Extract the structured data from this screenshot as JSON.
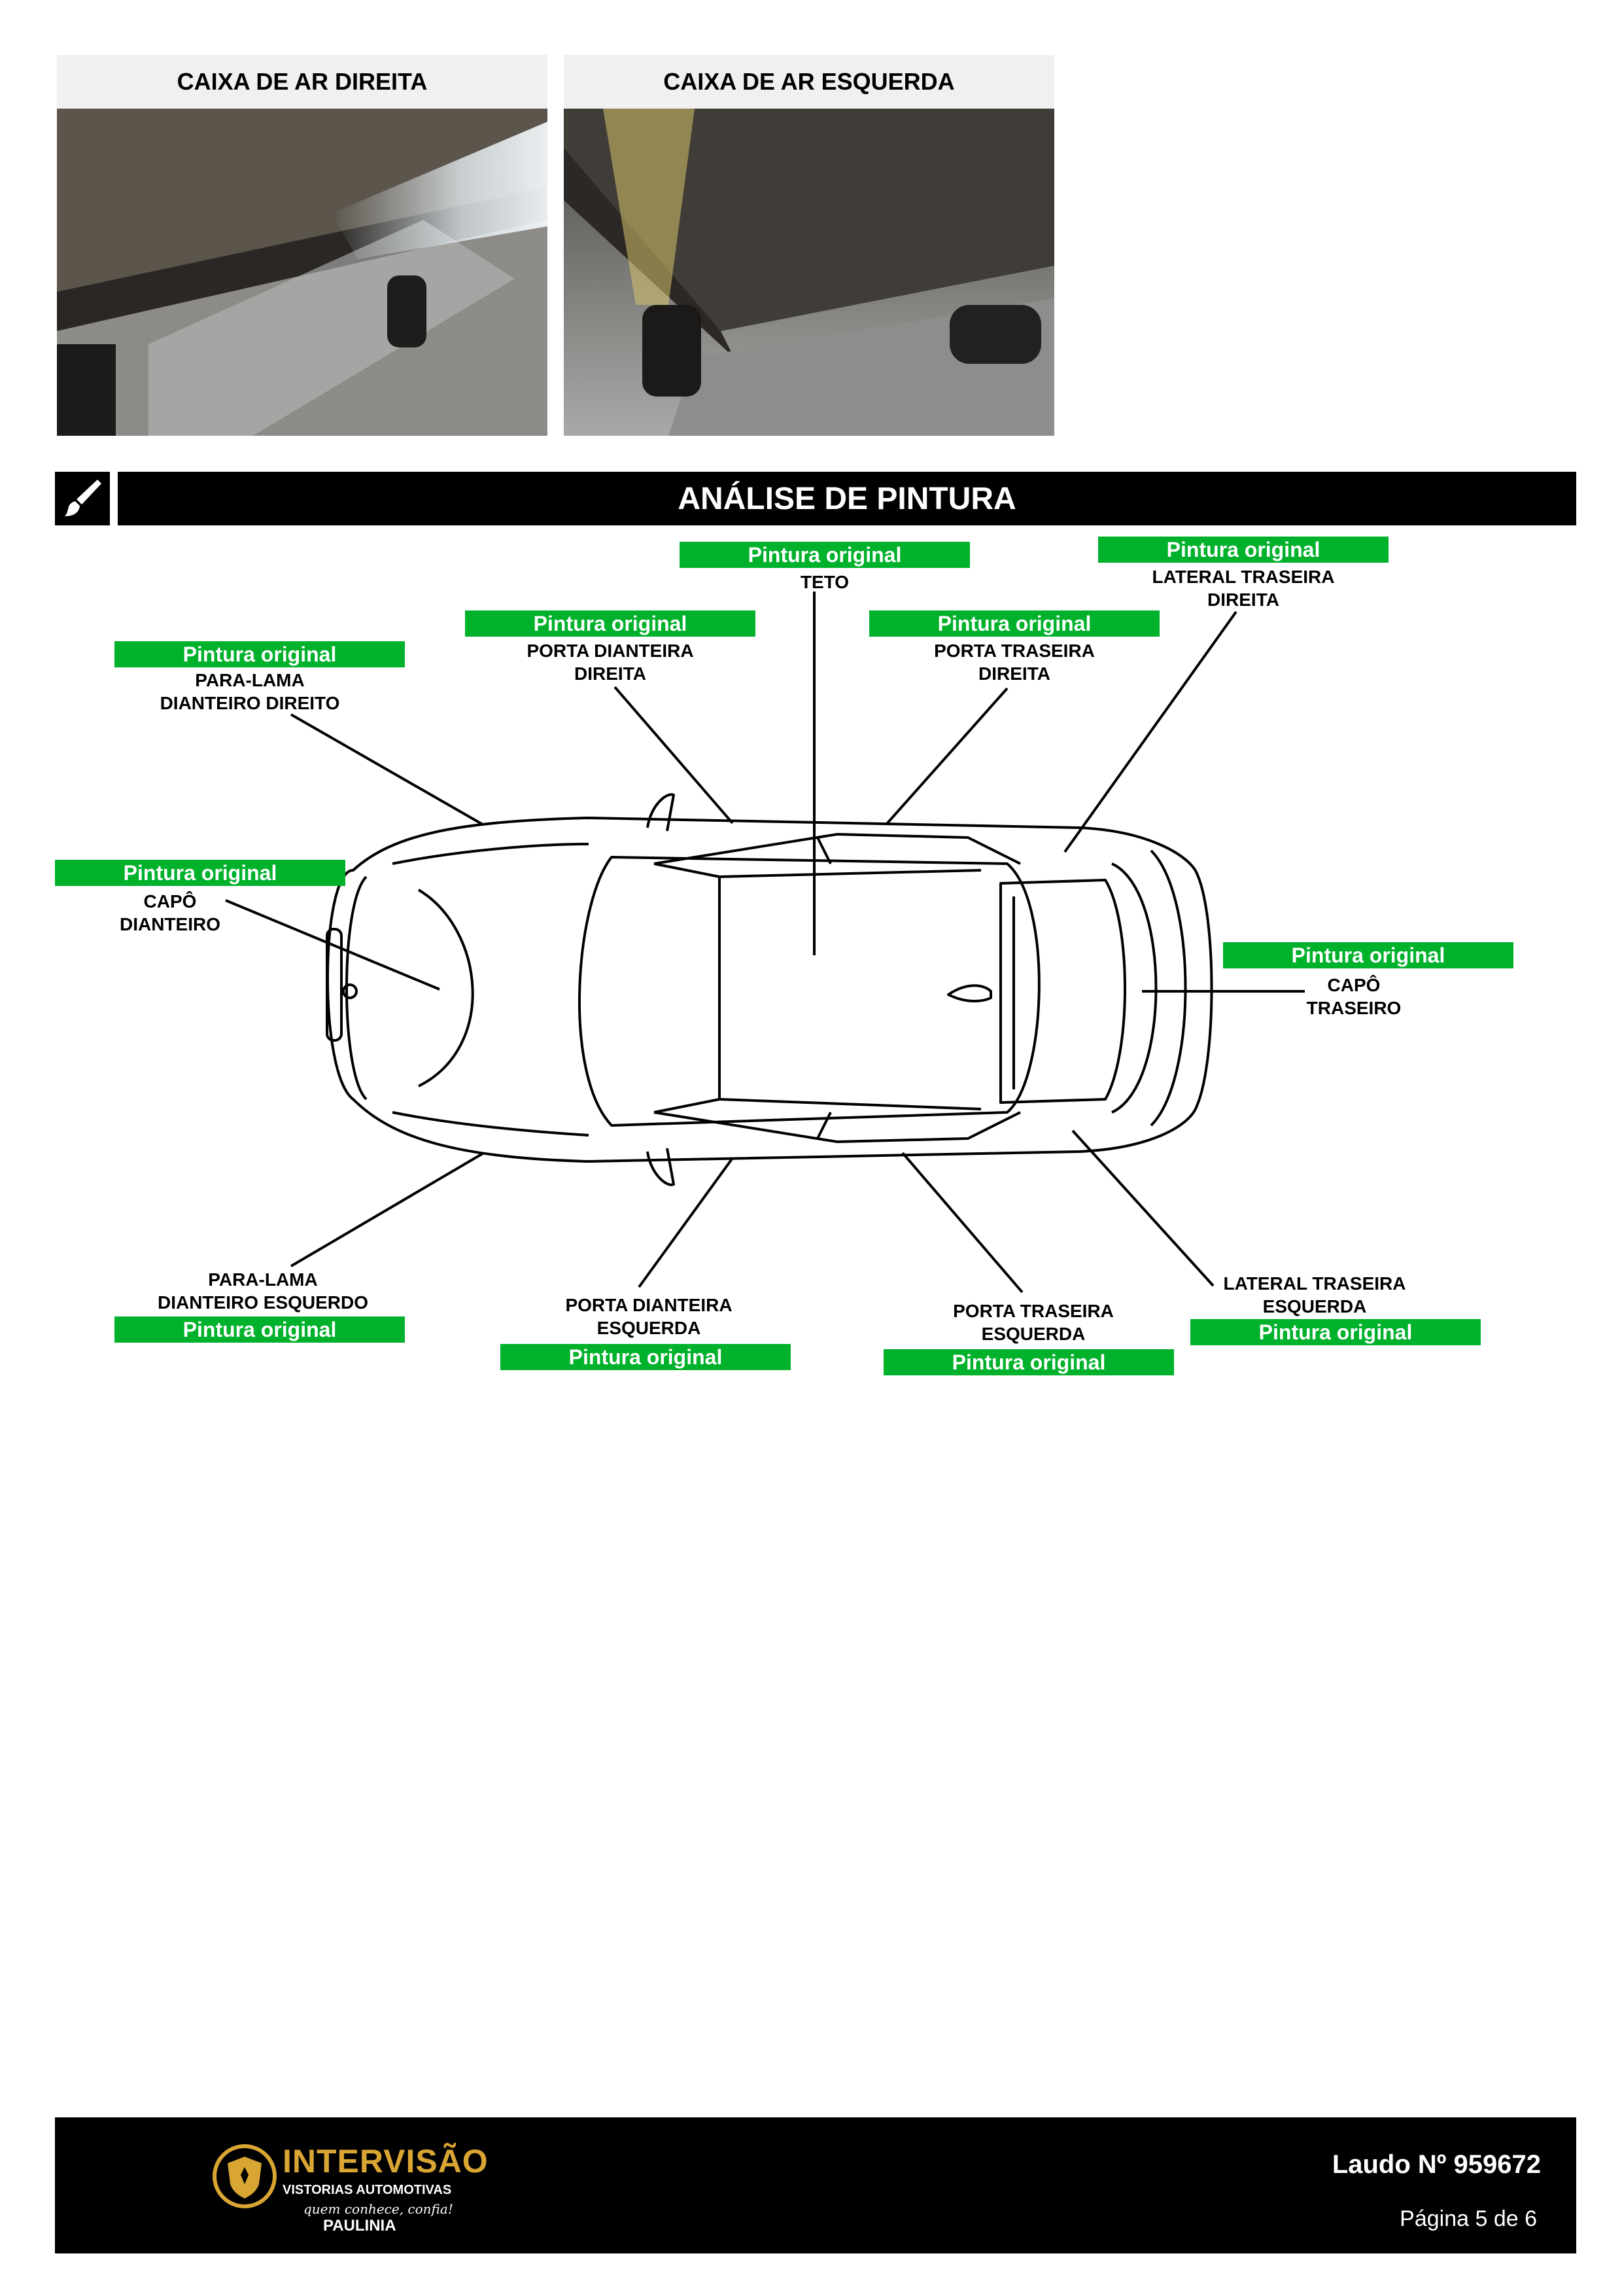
{
  "photos": [
    {
      "title": "CAIXA DE AR DIREITA"
    },
    {
      "title": "CAIXA DE AR ESQUERDA"
    }
  ],
  "section": {
    "title": "ANÁLISE DE PINTURA",
    "icon": "paint-brush-icon"
  },
  "status_color": "#00b12b",
  "parts": [
    {
      "id": "teto",
      "status": "Pintura original",
      "label": [
        "TETO"
      ]
    },
    {
      "id": "lateral-traseira-direita",
      "status": "Pintura original",
      "label": [
        "LATERAL TRASEIRA",
        "DIREITA"
      ]
    },
    {
      "id": "porta-dianteira-direita",
      "status": "Pintura original",
      "label": [
        "PORTA DIANTEIRA",
        "DIREITA"
      ]
    },
    {
      "id": "porta-traseira-direita",
      "status": "Pintura original",
      "label": [
        "PORTA TRASEIRA",
        "DIREITA"
      ]
    },
    {
      "id": "para-lama-dianteiro-direito",
      "status": "Pintura original",
      "label": [
        "PARA-LAMA",
        "DIANTEIRO DIREITO"
      ]
    },
    {
      "id": "capo-dianteiro",
      "status": "Pintura original",
      "label": [
        "CAPÔ",
        "DIANTEIRO"
      ]
    },
    {
      "id": "capo-traseiro",
      "status": "Pintura original",
      "label": [
        "CAPÔ",
        "TRASEIRO"
      ]
    },
    {
      "id": "para-lama-dianteiro-esquerdo",
      "status": "Pintura original",
      "label": [
        "PARA-LAMA",
        "DIANTEIRO ESQUERDO"
      ]
    },
    {
      "id": "porta-dianteira-esquerda",
      "status": "Pintura original",
      "label": [
        "PORTA DIANTEIRA",
        "ESQUERDA"
      ]
    },
    {
      "id": "porta-traseira-esquerda",
      "status": "Pintura original",
      "label": [
        "PORTA TRASEIRA",
        "ESQUERDA"
      ]
    },
    {
      "id": "lateral-traseira-esquerda",
      "status": "Pintura original",
      "label": [
        "LATERAL TRASEIRA",
        "ESQUERDA"
      ]
    }
  ],
  "footer": {
    "brand": "INTERVISÃO",
    "brand_sub": "VISTORIAS AUTOMOTIVAS",
    "tagline": "quem conhece, confia!",
    "city": "PAULINIA",
    "laudo": "Laudo Nº 959672",
    "pagina": "Página 5 de 6",
    "brand_color": "#d9a533"
  }
}
